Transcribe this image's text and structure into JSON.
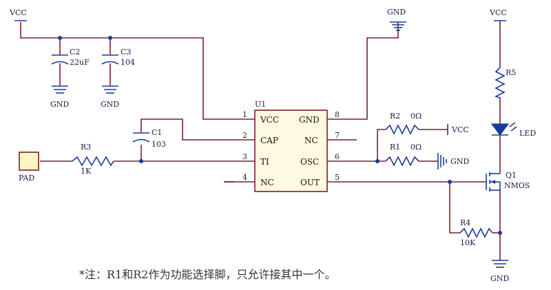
{
  "power": {
    "vcc": "VCC",
    "gnd": "GND"
  },
  "capacitors": {
    "c1": {
      "name": "C1",
      "value": "103"
    },
    "c2": {
      "name": "C2",
      "value": "22uF"
    },
    "c3": {
      "name": "C3",
      "value": "104"
    }
  },
  "resistors": {
    "r1": {
      "name": "R1",
      "value": "0Ω"
    },
    "r2": {
      "name": "R2",
      "value": "0Ω"
    },
    "r3": {
      "name": "R3",
      "value": "1K"
    },
    "r4": {
      "name": "R4",
      "value": "10K"
    },
    "r5": {
      "name": "R5"
    }
  },
  "pad": {
    "label": "PAD"
  },
  "led": {
    "label": "LED"
  },
  "transistor": {
    "name": "Q1",
    "type": "NMOS"
  },
  "ic": {
    "name": "U1",
    "pins": [
      {
        "num": "1",
        "label": "VCC"
      },
      {
        "num": "2",
        "label": "CAP"
      },
      {
        "num": "3",
        "label": "TI"
      },
      {
        "num": "4",
        "label": "NC"
      },
      {
        "num": "5",
        "label": "OUT"
      },
      {
        "num": "6",
        "label": "OSC"
      },
      {
        "num": "7",
        "label": "NC"
      },
      {
        "num": "8",
        "label": "GND"
      }
    ]
  },
  "note": "*注：R1和R2作为功能选择脚，只允许接其中一个。"
}
